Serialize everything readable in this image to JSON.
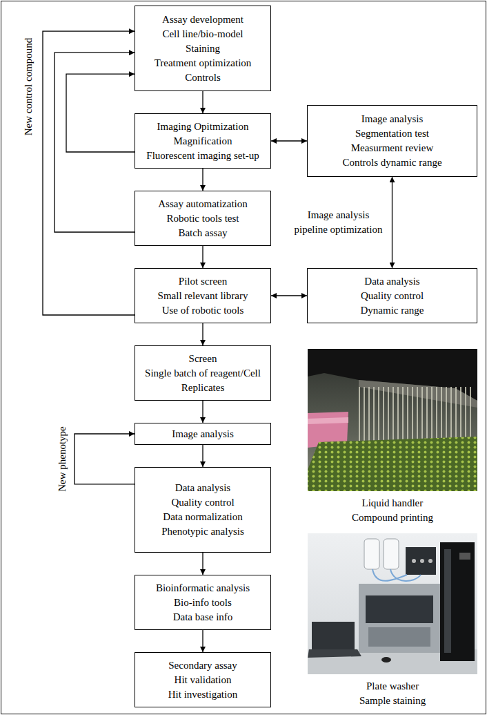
{
  "diagram": {
    "nodes": [
      {
        "text": [
          "Assay development",
          "Cell line/bio-model",
          "Staining",
          "Treatment optimization",
          "Controls"
        ]
      },
      {
        "text": [
          "Imaging Opitmization",
          "Magnification",
          "Fluorescent imaging set-up"
        ]
      },
      {
        "text": [
          "Image analysis",
          "Segmentation test",
          "Measurment review",
          "Controls dynamic range"
        ]
      },
      {
        "text": [
          "Assay automatization",
          "Robotic tools test",
          "Batch assay"
        ]
      },
      {
        "text": [
          "Pilot screen",
          "Small relevant library",
          "Use of robotic tools"
        ]
      },
      {
        "text": [
          "Data analysis",
          "Quality control",
          "Dynamic range"
        ]
      },
      {
        "text": [
          "Screen",
          "Single batch of reagent/Cell",
          "Replicates"
        ]
      },
      {
        "text": [
          "Image analysis"
        ]
      },
      {
        "text": [
          "Data analysis",
          "Quality control",
          "Data normalization",
          "Phenotypic analysis"
        ]
      },
      {
        "text": [
          "Bioinformatic analysis",
          "Bio-info tools",
          "Data base info"
        ]
      },
      {
        "text": [
          "Secondary assay",
          "Hit validation",
          "Hit investigation"
        ]
      }
    ],
    "edges": [
      {
        "from": 0,
        "to": 1,
        "arrow": "to"
      },
      {
        "from": 1,
        "to": 2,
        "arrow": "both"
      },
      {
        "from": 1,
        "to": 0,
        "arrow": "to"
      },
      {
        "from": 1,
        "to": 3,
        "arrow": "to"
      },
      {
        "from": 3,
        "to": 0,
        "arrow": "to"
      },
      {
        "from": 3,
        "to": 4,
        "arrow": "to"
      },
      {
        "from": 4,
        "to": 0,
        "label": "New control compound",
        "arrow": "to"
      },
      {
        "from": 2,
        "to": 5,
        "label": "Image analysis pipeline optimization",
        "arrow": "both"
      },
      {
        "from": 4,
        "to": 5,
        "arrow": "both"
      },
      {
        "from": 4,
        "to": 6,
        "arrow": "to"
      },
      {
        "from": 6,
        "to": 7,
        "arrow": "to"
      },
      {
        "from": 7,
        "to": 8,
        "arrow": "to"
      },
      {
        "from": 8,
        "to": 7,
        "label": "New phenotype",
        "arrow": "to"
      },
      {
        "from": 8,
        "to": 9,
        "arrow": "to"
      },
      {
        "from": 9,
        "to": 10,
        "arrow": "to"
      }
    ],
    "labels": [
      "Liquid handler",
      "Compound printing",
      "Plate washer",
      "Sample staining"
    ]
  }
}
